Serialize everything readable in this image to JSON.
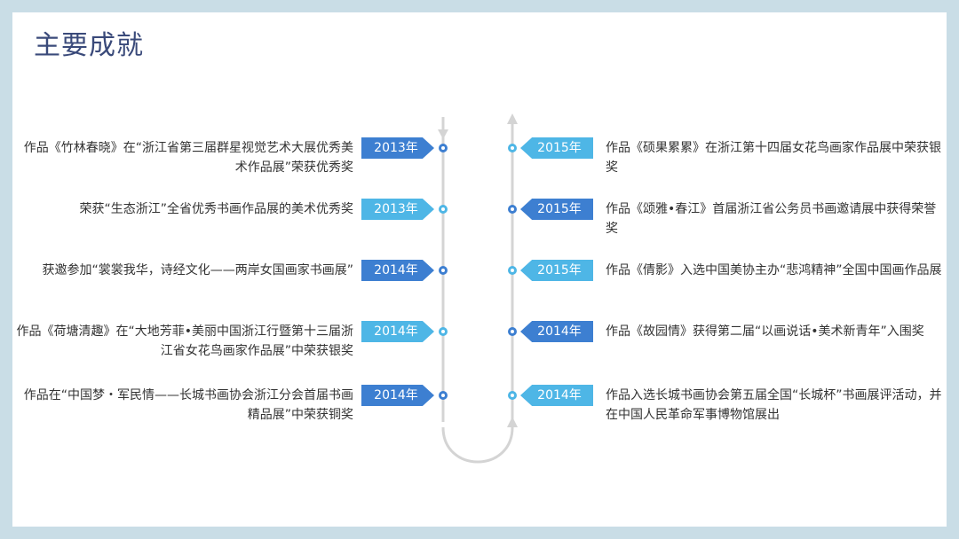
{
  "title": "主要成就",
  "colors": {
    "dark_blue": "#3d7fd1",
    "light_blue": "#4eb6e6",
    "line_gray": "#d4d4d4"
  },
  "left": [
    {
      "year": "2013年",
      "text": "作品《竹林春晓》在“浙江省第三届群星视觉艺术大展优秀美术作品展”荣获优秀奖",
      "tone": "dark"
    },
    {
      "year": "2013年",
      "text": "荣获“生态浙江”全省优秀书画作品展的美术优秀奖",
      "tone": "light"
    },
    {
      "year": "2014年",
      "text": "获邀参加“裳裳我华，诗经文化——两岸女国画家书画展”",
      "tone": "dark"
    },
    {
      "year": "2014年",
      "text": "作品《荷塘清趣》在“大地芳菲•美丽中国浙江行暨第十三届浙江省女花鸟画家作品展”中荣获银奖",
      "tone": "light"
    },
    {
      "year": "2014年",
      "text": "作品在“中国梦・军民情——长城书画协会浙江分会首届书画精品展”中荣获铜奖",
      "tone": "dark"
    }
  ],
  "right": [
    {
      "year": "2015年",
      "text": "作品《硕果累累》在浙江第十四届女花鸟画家作品展中荣获银奖",
      "tone": "light"
    },
    {
      "year": "2015年",
      "text": "作品《颂雅•春江》首届浙江省公务员书画邀请展中获得荣誉奖",
      "tone": "dark"
    },
    {
      "year": "2015年",
      "text": "作品《倩影》入选中国美协主办“悲鸿精神”全国中国画作品展",
      "tone": "light"
    },
    {
      "year": "2014年",
      "text": "作品《故园情》获得第二届“以画说话•美术新青年”入围奖",
      "tone": "dark"
    },
    {
      "year": "2014年",
      "text": "作品入选长城书画协会第五届全国“长城杯”书画展评活动，并在中国人民革命军事博物馆展出",
      "tone": "light"
    }
  ]
}
